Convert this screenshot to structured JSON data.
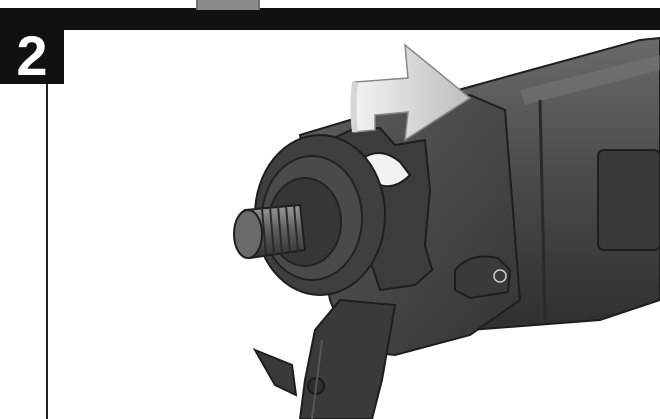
{
  "step": {
    "number": "2"
  },
  "colors": {
    "header_bar": "#111111",
    "tool_body": "#4a4a4a",
    "tool_dark": "#2e2e2e",
    "tool_light": "#6e6e6e",
    "arrow": "#e6e6e6",
    "page_background": "#ffffff"
  },
  "illustration": {
    "subject": "angle-grinder-head-with-spanner",
    "elements": [
      "rotation-arrow-icon",
      "spanner",
      "grinder-spindle",
      "grinder-body",
      "spindle-lock-button"
    ]
  }
}
